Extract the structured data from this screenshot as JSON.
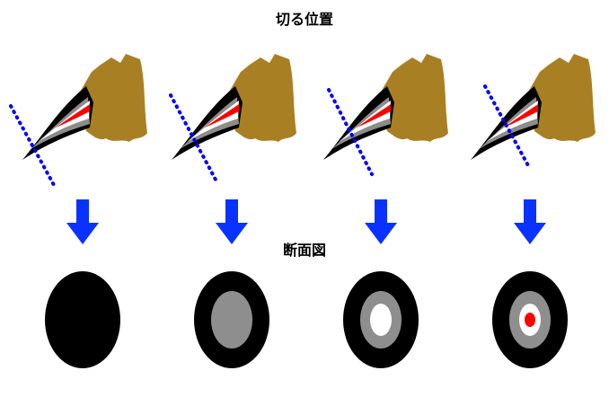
{
  "labels": {
    "cut_position": "切る位置",
    "cross_section": "断面図"
  },
  "colors": {
    "background": "#ffffff",
    "nail_outer": "#000000",
    "nail_middle": "#8c8c8c",
    "nail_inner": "#ffffff",
    "quick": "#ff0000",
    "fur": "#a97f24",
    "cut_line": "#0000ff",
    "arrow": "#0a32ff",
    "cross_outer": "#000000",
    "cross_gray": "#8e8e8e",
    "cross_white": "#ffffff",
    "cross_red": "#ff0000"
  },
  "panels": [
    {
      "id": "cut-1",
      "section_layers": [
        "outer"
      ]
    },
    {
      "id": "cut-2",
      "section_layers": [
        "outer",
        "gray"
      ]
    },
    {
      "id": "cut-3",
      "section_layers": [
        "outer",
        "gray",
        "white"
      ]
    },
    {
      "id": "cut-4",
      "section_layers": [
        "outer",
        "gray",
        "white",
        "red"
      ]
    }
  ]
}
